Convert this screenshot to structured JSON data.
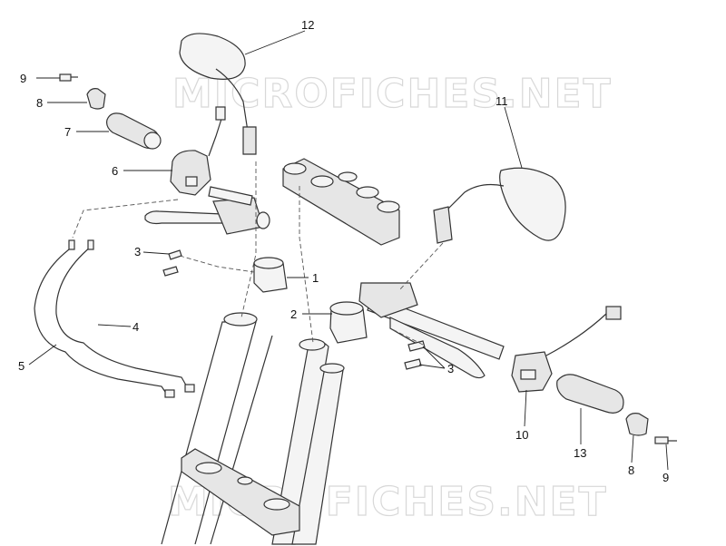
{
  "watermark": {
    "text": "MICROFICHES.NET"
  },
  "callouts": [
    {
      "id": "c12a",
      "text": "12"
    },
    {
      "id": "c9a",
      "text": "9"
    },
    {
      "id": "c8a",
      "text": "8"
    },
    {
      "id": "c7",
      "text": "7"
    },
    {
      "id": "c6",
      "text": "6"
    },
    {
      "id": "c11",
      "text": "11"
    },
    {
      "id": "c3a",
      "text": "3"
    },
    {
      "id": "c1",
      "text": "1"
    },
    {
      "id": "c2",
      "text": "2"
    },
    {
      "id": "c4",
      "text": "4"
    },
    {
      "id": "c5",
      "text": "5"
    },
    {
      "id": "c3b",
      "text": "3"
    },
    {
      "id": "c10",
      "text": "10"
    },
    {
      "id": "c13",
      "text": "13"
    },
    {
      "id": "c8b",
      "text": "8"
    },
    {
      "id": "c9b",
      "text": "9"
    }
  ]
}
